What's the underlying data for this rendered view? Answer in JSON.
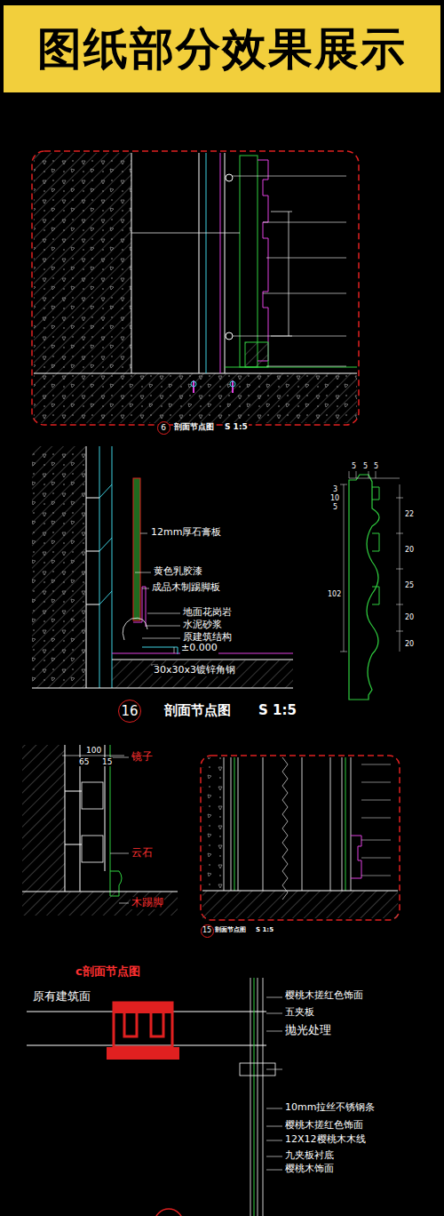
{
  "diagram": {
    "title": "图纸部分效果展示",
    "nodes": [
      {
        "text": [
          "6"
        ]
      },
      {
        "text": [
          "16"
        ]
      },
      {
        "text": [
          "15"
        ]
      }
    ],
    "labels": [
      "剖面节点图",
      "S 1:5",
      "12mm厚石膏板",
      "黄色乳胶漆",
      "成品木制踢脚板",
      "地面花岗岩",
      "水泥砂浆",
      "原建筑结构",
      "±0.000",
      "30x30x3镀锌角钢",
      "5",
      "5",
      "5",
      "3",
      "10",
      "5",
      "22",
      "20",
      "25",
      "20",
      "20",
      "102",
      "剖面节点图",
      "S 1:5",
      "100",
      "65",
      "15",
      "镜子",
      "云石",
      "木踢脚",
      "剖面节点图",
      "S 1:5",
      "c剖面节点图",
      "原有建筑面",
      "樱桃木搓红色饰面",
      "五夹板",
      "抛光处理",
      "10mm拉丝不锈钢条",
      "樱桃木搓红色饰面",
      "12X12樱桃木木线",
      "九夹板衬底",
      "樱桃木饰面"
    ]
  }
}
